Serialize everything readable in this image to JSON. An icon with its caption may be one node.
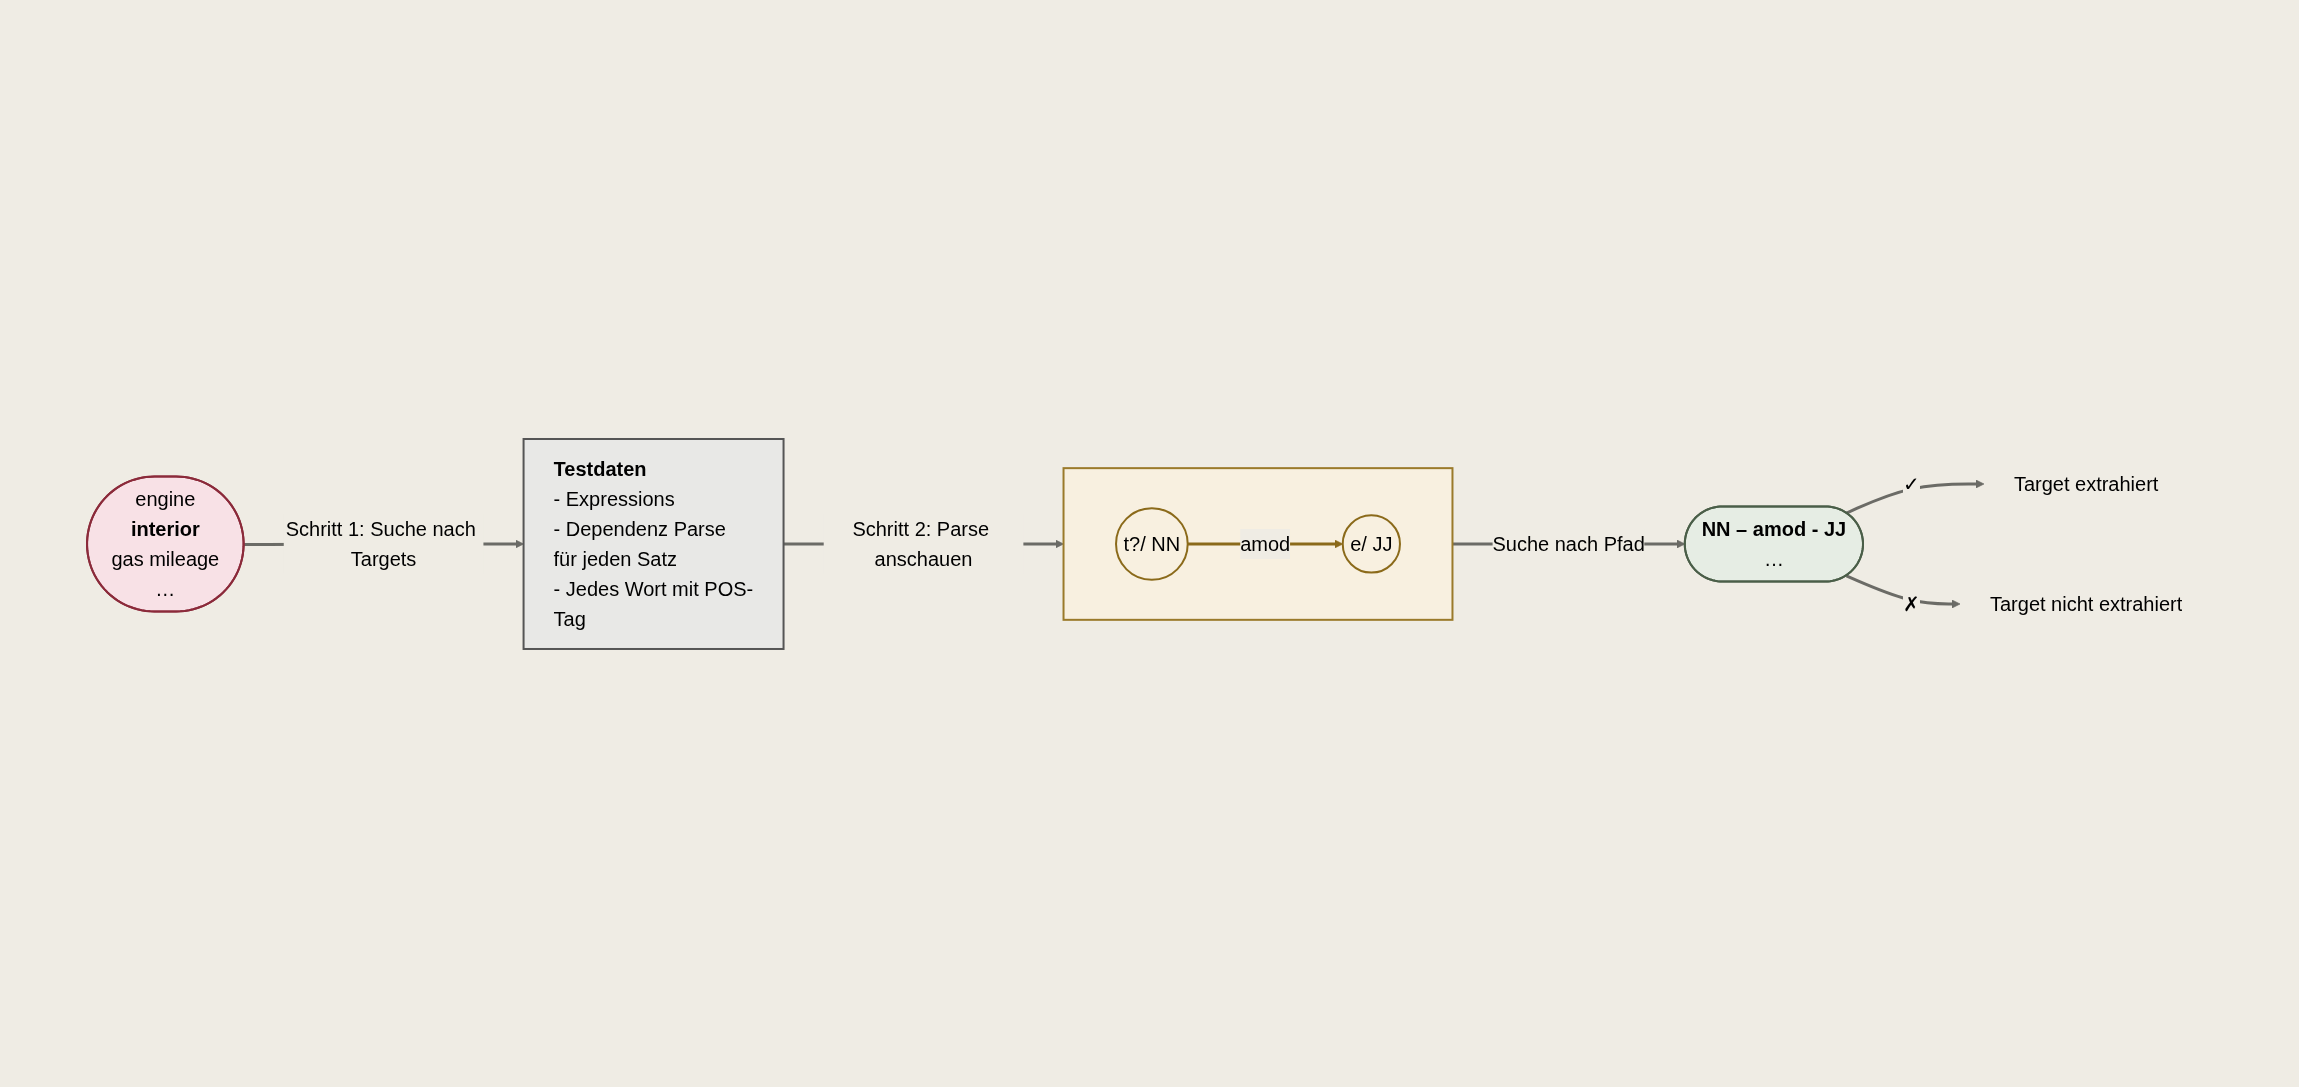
{
  "diagram": {
    "nodes": [
      {
        "text": [
          "Testdaten",
          "- Expressions",
          "- Dependenz Parse für jeden Satz",
          "- Jedes Wort mit POS-Tag"
        ]
      },
      {
        "text": [],
        "shape": "box"
      },
      {
        "text": [
          "t?/ NN"
        ],
        "in": 1
      },
      {
        "text": [
          "e/ JJ"
        ],
        "in": 1
      },
      {
        "text": [
          "NN – amod - JJ",
          "…"
        ]
      },
      {
        "text": [
          "Target extrahiert"
        ]
      },
      {
        "text": [
          "Target nicht extrahiert"
        ]
      },
      {
        "text": [
          "engine",
          "interior",
          "gas mileage",
          "…"
        ]
      }
    ],
    "edges": [
      {
        "from": 7,
        "to": 0,
        "arrow": "to",
        "label": "Schritt 1: Suche nach Targets"
      },
      {
        "from": 0,
        "to": 1,
        "arrow": "to",
        "label": "Schritt 2: Parse anschauen"
      },
      {
        "from": 2,
        "to": 3,
        "arrow": "to",
        "label": "amod",
        "color": "#8b6a1a"
      },
      {
        "from": 1,
        "to": 4,
        "arrow": "to",
        "label": "Suche nach Pfad"
      },
      {
        "from": 4,
        "to": 5,
        "arrow": "to",
        "label": "✓"
      },
      {
        "from": 4,
        "to": 6,
        "arrow": "to",
        "label": "✗"
      }
    ]
  }
}
